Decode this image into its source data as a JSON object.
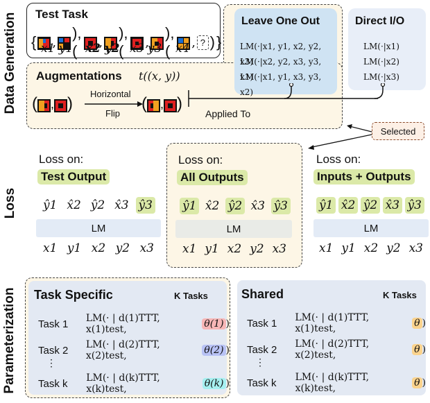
{
  "sections": {
    "data_generation": "Data Generation",
    "loss": "Loss",
    "parameterization": "Parameterization"
  },
  "test_task": {
    "title": "Test Task",
    "open_brace": "{",
    "close_brace": "}",
    "question_mark": "?",
    "labels": [
      "x1 y1",
      "x2 y2",
      "x3 y3",
      "x4"
    ]
  },
  "leave_one_out": {
    "title": "Leave One Out",
    "lines": [
      "LM(·|x1, y1, x2, y2, x3)",
      "LM(·|x2, y2, x3, y3, x1)",
      "LM(·|x1, y1, x3, y3, x2)"
    ]
  },
  "direct_io": {
    "title": "Direct I/O",
    "lines": [
      "LM(·|x1)",
      "LM(·|x2)",
      "LM(·|x3)"
    ]
  },
  "augmentations": {
    "title": "Augmentations",
    "formula": "t((x, y))",
    "arrow_top": "Horizontal",
    "arrow_bottom": "Flip",
    "applied_to": "Applied To"
  },
  "selected_label": "Selected",
  "loss_panels": [
    {
      "head": "Loss on:",
      "target": "Test Output",
      "outputs": [
        "ŷ1",
        "x̂2",
        "ŷ2",
        "x̂3",
        "ŷ3"
      ],
      "highlighted": [
        false,
        false,
        false,
        false,
        true
      ],
      "lm": "LM",
      "inputs": [
        "x1",
        "y1",
        "x2",
        "y2",
        "x3"
      ]
    },
    {
      "head": "Loss on:",
      "target": "All Outputs",
      "outputs": [
        "ŷ1",
        "x̂2",
        "ŷ2",
        "x̂3",
        "ŷ3"
      ],
      "highlighted": [
        true,
        false,
        true,
        false,
        true
      ],
      "lm": "LM",
      "inputs": [
        "x1",
        "y1",
        "x2",
        "y2",
        "x3"
      ]
    },
    {
      "head": "Loss on:",
      "target": "Inputs + Outputs",
      "outputs": [
        "ŷ1",
        "x̂2",
        "ŷ2",
        "x̂3",
        "ŷ3"
      ],
      "highlighted": [
        true,
        true,
        true,
        true,
        true
      ],
      "lm": "LM",
      "inputs": [
        "x1",
        "y1",
        "x2",
        "y2",
        "x3"
      ]
    }
  ],
  "param_task_specific": {
    "title": "Task Specific",
    "k_tasks": "K Tasks",
    "rows": [
      {
        "label": "Task 1",
        "expr": "LM(· | d(1)TTT, x(1)test, ",
        "theta": "θ(1)",
        "theta_color": "#f7b6b6",
        "close": ")"
      },
      {
        "label": "Task 2",
        "expr": "LM(· | d(2)TTT, x(2)test, ",
        "theta": "θ(2)",
        "theta_color": "#b8c2f5",
        "close": ")"
      },
      {
        "label": "Task k",
        "expr": "LM(· | d(k)TTT, x(k)test, ",
        "theta": "θ(k)",
        "theta_color": "#a6f0f0",
        "close": ")"
      }
    ],
    "ellipsis": "⋮"
  },
  "param_shared": {
    "title": "Shared",
    "k_tasks": "K Tasks",
    "rows": [
      {
        "label": "Task 1",
        "expr": "LM(· | d(1)TTT, x(1)test, ",
        "theta": "θ",
        "theta_color": "#fbd38d",
        "close": ")"
      },
      {
        "label": "Task 2",
        "expr": "LM(· | d(2)TTT, x(2)test, ",
        "theta": "θ",
        "theta_color": "#fbd38d",
        "close": ")"
      },
      {
        "label": "Task k",
        "expr": "LM(· | d(k)TTT, x(k)test, ",
        "theta": "θ",
        "theta_color": "#fbd38d",
        "close": ")"
      }
    ],
    "ellipsis": "⋮"
  },
  "colors": {
    "dashed_fill": "#fdf6e6",
    "blue_fill": "#cfe3f3",
    "direct_fill": "#e8eef8",
    "lm_blue": "#e3ebf6",
    "lm_grey": "#e9ebe7",
    "highlight_green": "#dbe9a8",
    "shared_fill": "#e3e9f3"
  }
}
